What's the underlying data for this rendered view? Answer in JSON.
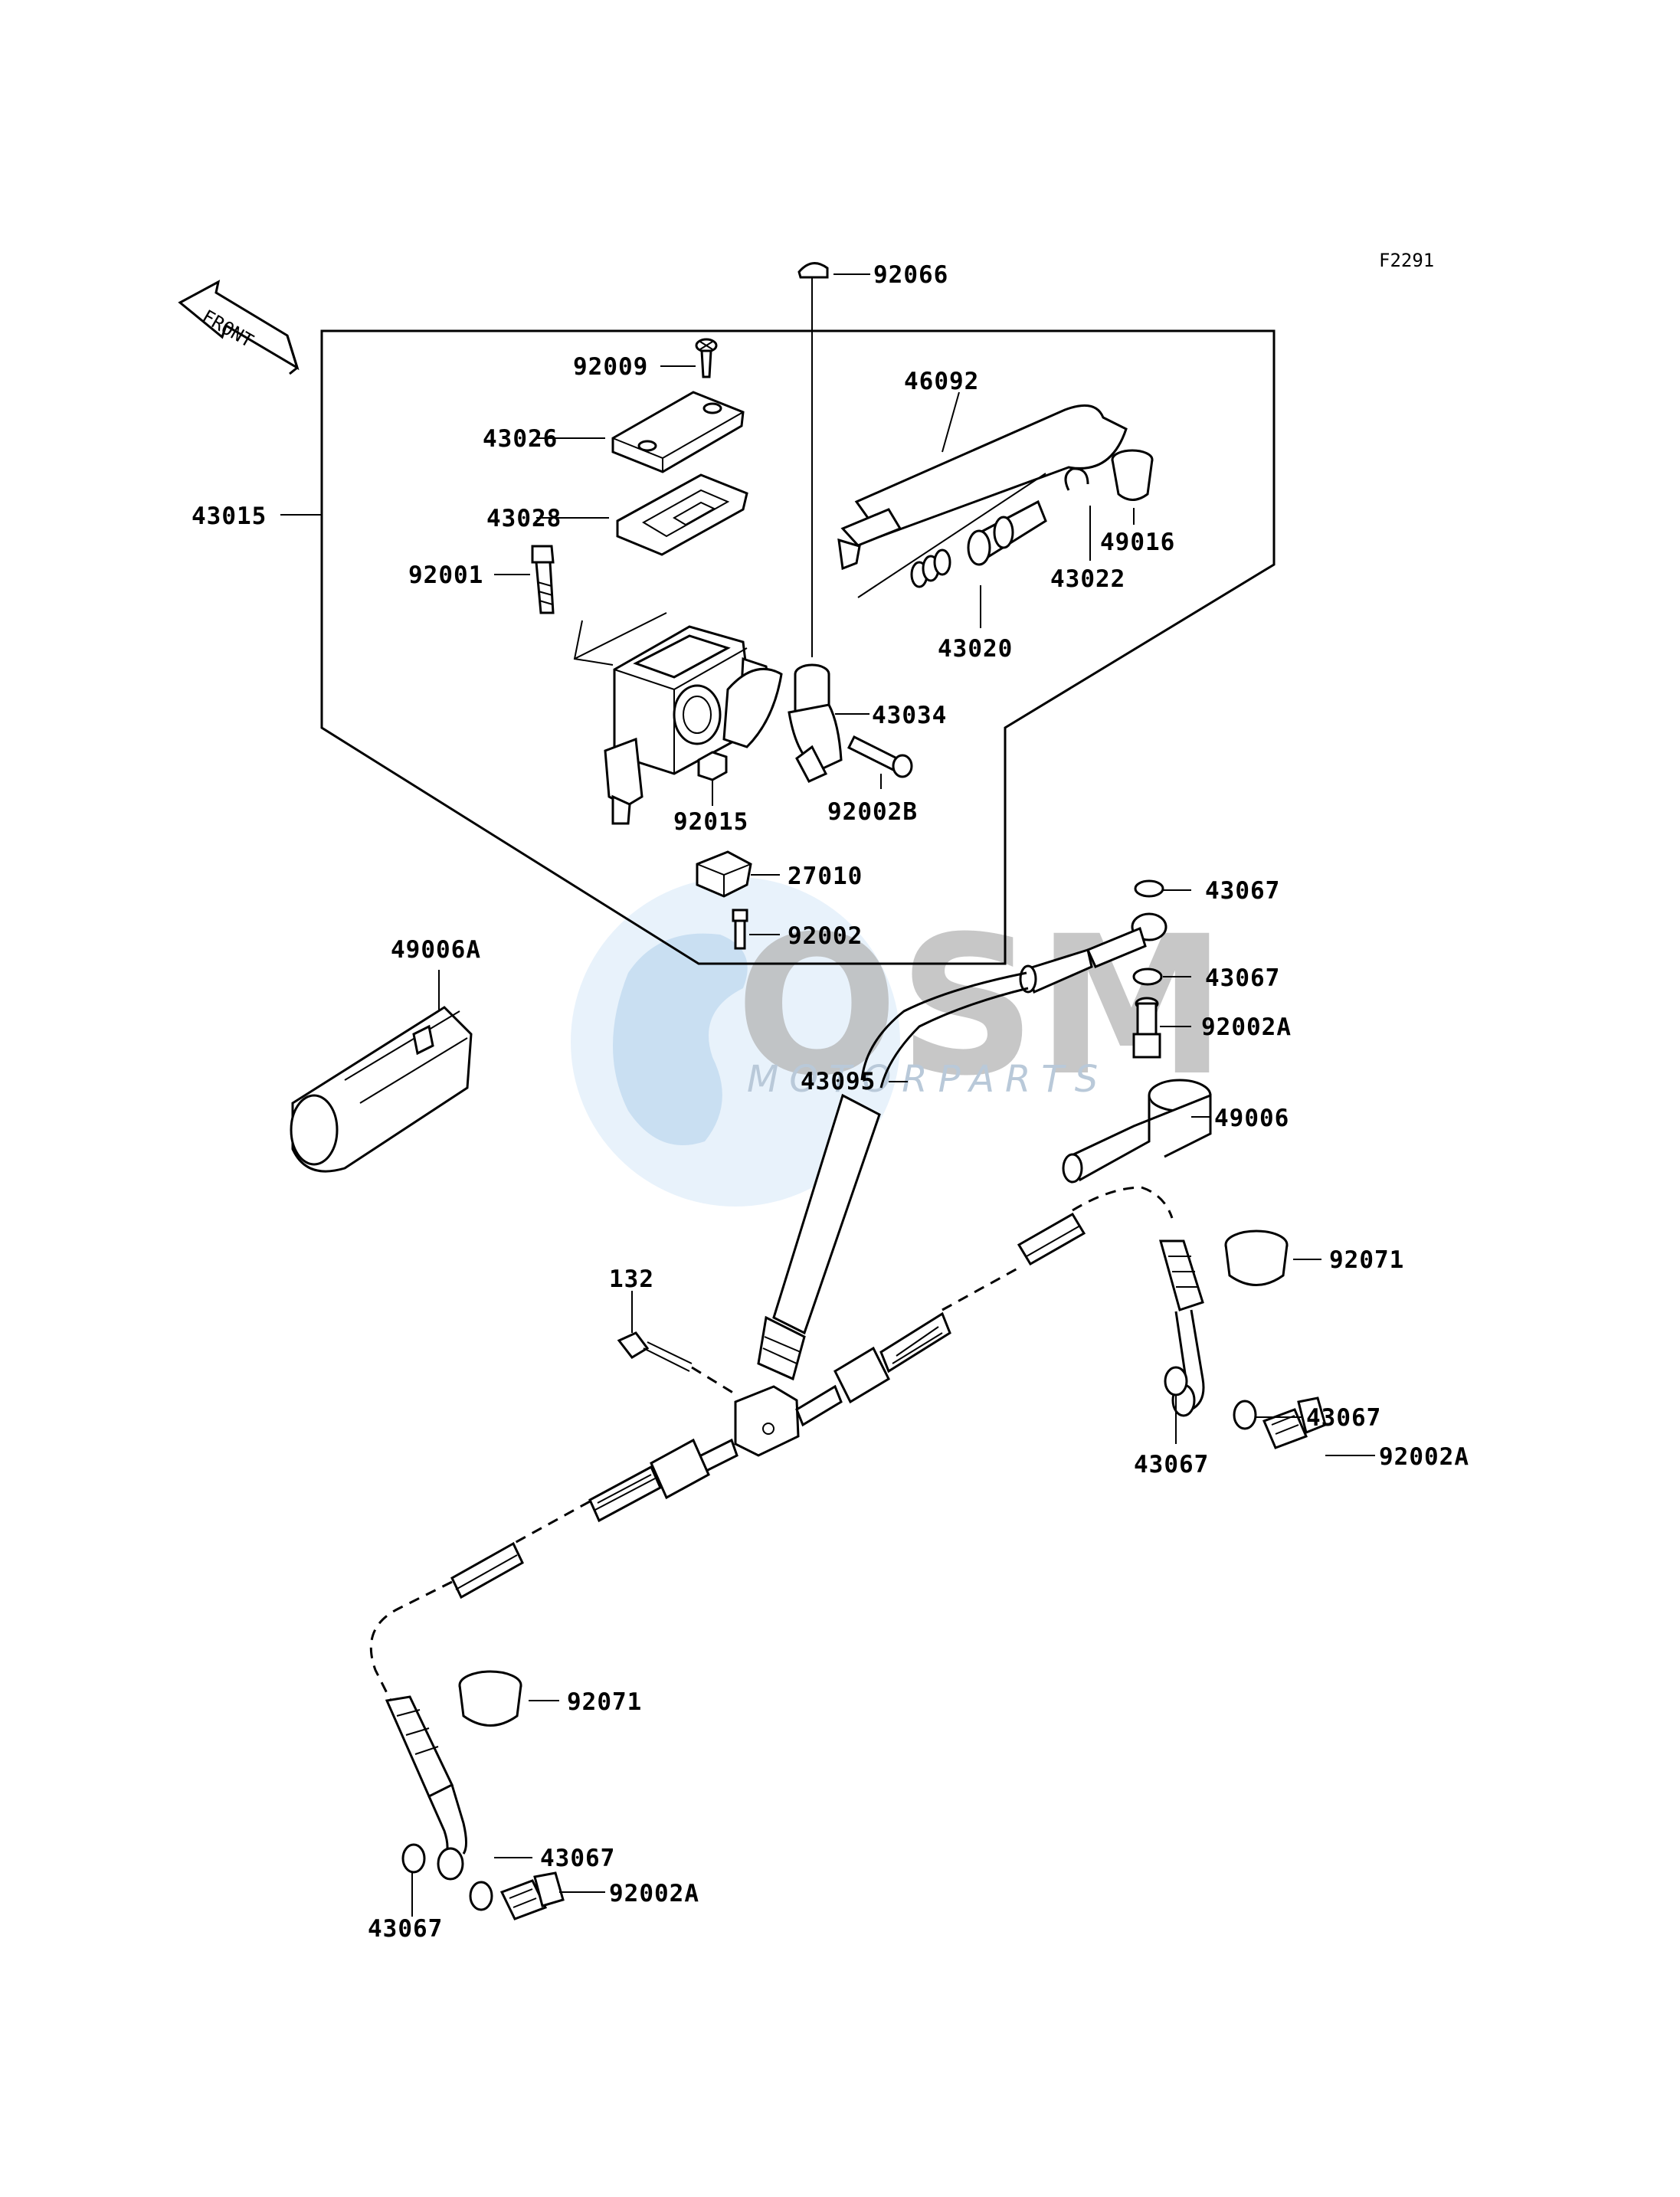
{
  "figure_ref": "F2291",
  "front_label": "FRONT",
  "watermark": {
    "main": "OSM",
    "sub": "MOTORPARTS"
  },
  "parts": {
    "p92066": "92066",
    "p92009": "92009",
    "p46092": "46092",
    "p43026": "43026",
    "p43015": "43015",
    "p43028": "43028",
    "p49016": "49016",
    "p92001": "92001",
    "p43022": "43022",
    "p43020": "43020",
    "p43034": "43034",
    "p92015": "92015",
    "p92002B": "92002B",
    "p27010": "27010",
    "p43067_a": "43067",
    "p92002": "92002",
    "p49006A": "49006A",
    "p43067_b": "43067",
    "p92002A_a": "92002A",
    "p43095": "43095",
    "p49006": "49006",
    "p92071_a": "92071",
    "p132": "132",
    "p43067_c": "43067",
    "p43067_d": "43067",
    "p92002A_b": "92002A",
    "p92071_b": "92071",
    "p43067_e": "43067",
    "p43067_f": "43067",
    "p92002A_c": "92002A"
  },
  "colors": {
    "line": "#000000",
    "watermark_gray": "#b5b5b5",
    "watermark_blue": "#9ec3e6"
  }
}
